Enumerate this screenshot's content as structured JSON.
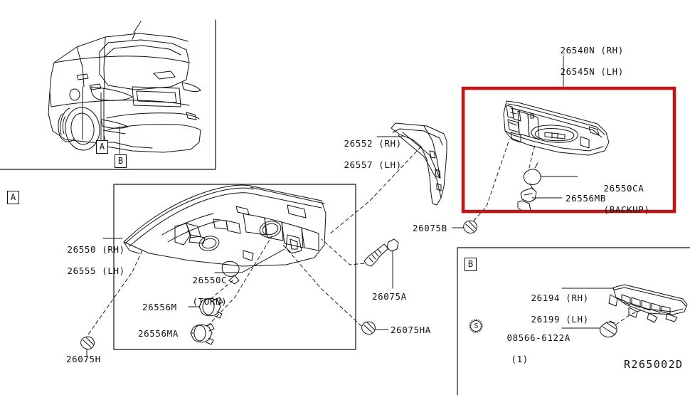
{
  "diagram": {
    "drawing_id": "R265002D",
    "callout_a": "A",
    "callout_b": "B",
    "supplier_mark": "S"
  },
  "vehicle_view": {
    "callout_a": "A",
    "callout_b": "B"
  },
  "section_a": {
    "badge": "A",
    "parts": [
      {
        "id": "tail-lamp-assembly",
        "line1": "26550 (RH)",
        "line2": "26555 (LH)"
      },
      {
        "id": "turn-bulb",
        "line1": "26550C",
        "line2": "(TURN)"
      },
      {
        "id": "socket-m",
        "line1": "26556M",
        "line2": ""
      },
      {
        "id": "socket-ma",
        "line1": "26556MA",
        "line2": ""
      },
      {
        "id": "clip-h",
        "line1": "26075H",
        "line2": ""
      },
      {
        "id": "screw-a",
        "line1": "26075A",
        "line2": ""
      },
      {
        "id": "clip-ha",
        "line1": "26075HA",
        "line2": ""
      }
    ]
  },
  "section_bracket": {
    "parts": [
      {
        "id": "lamp-bracket",
        "line1": "26552 (RH)",
        "line2": "26557 (LH)"
      },
      {
        "id": "clip-b",
        "line1": "26075B",
        "line2": ""
      }
    ]
  },
  "section_red": {
    "accent_color": "#cc1111",
    "parts": [
      {
        "id": "backdoor-lamp",
        "line1": "26540N (RH)",
        "line2": "26545N (LH)"
      },
      {
        "id": "backup-bulb",
        "line1": "26550CA",
        "line2": "(BACKUP)"
      },
      {
        "id": "backup-socket",
        "line1": "26556MB",
        "line2": ""
      }
    ]
  },
  "section_b": {
    "badge": "B",
    "parts": [
      {
        "id": "high-mount-lamp",
        "line1": "26194 (RH)",
        "line2": "26199 (LH)"
      },
      {
        "id": "screw-08566",
        "line1": "08566-6122A",
        "line2": "(1)"
      }
    ]
  }
}
